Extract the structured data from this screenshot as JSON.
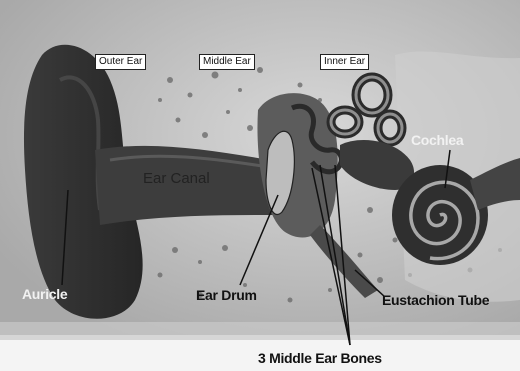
{
  "regions": {
    "outer": "Outer Ear",
    "middle": "Middle Ear",
    "inner": "Inner Ear"
  },
  "parts": {
    "ear_canal": "Ear Canal",
    "cochlea": "Cochlea",
    "auricle": "Auricle",
    "ear_drum": "Ear Drum",
    "eustachion_tube": "Eustachion Tube",
    "middle_ear_bones": "3 Middle Ear Bones"
  }
}
